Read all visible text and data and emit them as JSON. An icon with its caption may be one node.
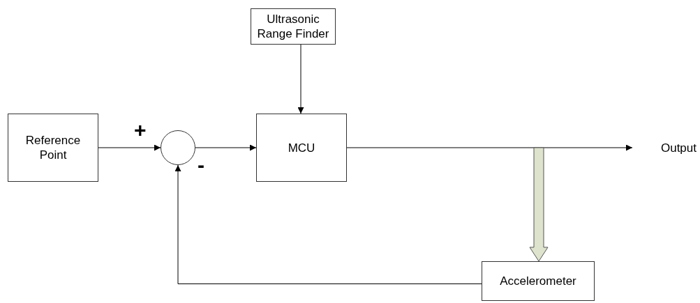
{
  "diagram": {
    "nodes": [
      {
        "text": [
          "Reference Point"
        ]
      },
      {
        "text": [],
        "shape": "circle"
      },
      {
        "text": [
          "Ultrasonic Range Finder"
        ]
      },
      {
        "text": [
          "MCU"
        ]
      },
      {
        "text": [
          "Output"
        ]
      },
      {
        "text": [
          "Accelerometer"
        ]
      }
    ],
    "edges": [
      {
        "from": 0,
        "to": 1,
        "arrow": "to"
      },
      {
        "from": 1,
        "to": 3,
        "arrow": "to"
      },
      {
        "from": 2,
        "to": 3,
        "arrow": "to"
      },
      {
        "from": 3,
        "to": 4,
        "arrow": "to"
      },
      {
        "from": null,
        "to": 5,
        "arrow": "to",
        "style": "thick",
        "color": "#dde3cc"
      },
      {
        "from": 5,
        "to": 1,
        "arrow": "to"
      }
    ],
    "labels": [
      "+",
      "-"
    ]
  }
}
